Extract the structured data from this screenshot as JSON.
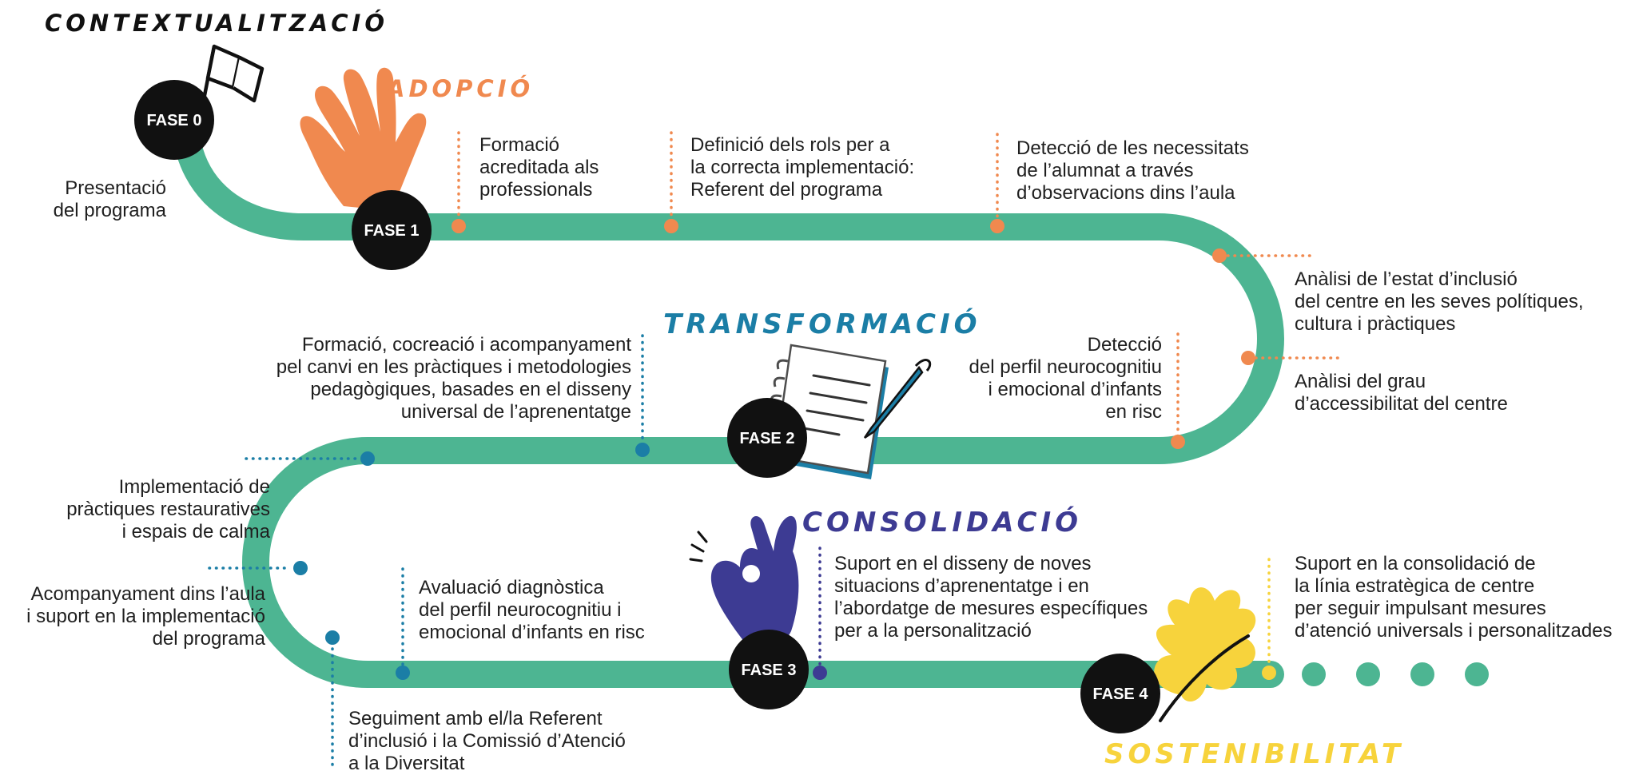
{
  "colors": {
    "road": "#4db592",
    "black": "#111111",
    "orange": "#f0894f",
    "blue": "#1b7ea6",
    "indigo": "#3d3b93",
    "yellow": "#f7d33c",
    "text": "#1f1f1f"
  },
  "titles": {
    "contextualitzacio": "CONTEXTUALITZACIÓ",
    "adopcio": "ADOPCIÓ",
    "transformacio": "TRANSFORMACIÓ",
    "consolidacio": "CONSOLIDACIÓ",
    "sostenibilitat": "SOSTENIBILITAT"
  },
  "phases": {
    "f0": "FASE 0",
    "f1": "FASE 1",
    "f2": "FASE 2",
    "f3": "FASE 3",
    "f4": "FASE 4"
  },
  "labels": {
    "presentacio": "Presentació\ndel programa",
    "formacio": "Formació\nacreditada als\nprofessionals",
    "definicio": "Definició dels rols per a\nla correcta implementació:\nReferent del programa",
    "deteccio_necessitats": "Detecció de les necessitats\nde l’alumnat a través\nd’observacions dins l’aula",
    "analisi_inclusio": "Anàlisi de l’estat d’inclusió\ndel centre en les seves polítiques,\ncultura i pràctiques",
    "analisi_accessibilitat": "Anàlisi del grau\nd’accessibilitat del centre",
    "deteccio_perfil": "Detecció\ndel perfil neurocognitiu\ni emocional d’infants\nen risc",
    "formacio_cocreacio": "Formació, cocreació i acompanyament\npel canvi en les pràctiques i metodologies\npedagògiques, basades en el disseny\nuniversal de l’aprenentatge",
    "implementacio": "Implementació de\npràctiques restauratives\ni espais de calma",
    "acompanyament": "Acompanyament dins l’aula\ni suport en la implementació\ndel programa",
    "avaluacio": "Avaluació diagnòstica\ndel perfil neurocognitiu i\nemocional d’infants en risc",
    "seguiment": "Seguiment amb el/la Referent\nd’inclusió i la Comissió d’Atenció\na la Diversitat",
    "suport_disseny": "Suport en el disseny de  noves\nsituacions d’aprenentatge i en\nl’abordatge de mesures específiques\nper a la personalització",
    "suport_consolidacio": "Suport en la consolidació de\nla línia estratègica de centre\nper seguir impulsant mesures\nd’atenció universals i personalitzades"
  },
  "icons": {
    "flag": "flag-icon",
    "hand": "raised-hand-icon",
    "notebook": "notebook-pen-icon",
    "ok_hand": "ok-hand-icon",
    "leaf": "leaf-icon"
  }
}
